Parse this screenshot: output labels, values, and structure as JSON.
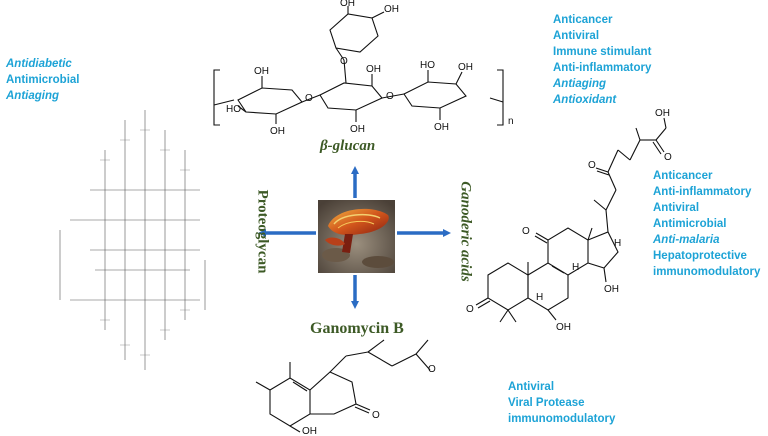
{
  "center_image": {
    "icon": "reishi-mushroom-photo"
  },
  "beta_glucan": {
    "label": "β-glucan",
    "subscript": "n",
    "activities": [
      {
        "text": "Anticancer",
        "italic": false
      },
      {
        "text": "Antiviral",
        "italic": false
      },
      {
        "text": "Immune stimulant",
        "italic": false
      },
      {
        "text": "Anti-inflammatory",
        "italic": false
      },
      {
        "text": "Antiaging",
        "italic": true
      },
      {
        "text": "Antioxidant",
        "italic": true
      }
    ]
  },
  "proteoglycan": {
    "label": "Proteoglycan",
    "activities": [
      {
        "text": "Antidiabetic",
        "italic": true
      },
      {
        "text": "Antimicrobial",
        "italic": false
      },
      {
        "text": "Antiaging",
        "italic": true
      }
    ]
  },
  "ganoderic_acids": {
    "label": "Ganoderic acids",
    "activities": [
      {
        "text": "Anticancer",
        "italic": false
      },
      {
        "text": "Anti-inflammatory",
        "italic": false
      },
      {
        "text": "Antiviral",
        "italic": false
      },
      {
        "text": "Antimicrobial",
        "italic": false
      },
      {
        "text": "Anti-malaria",
        "italic": true
      },
      {
        "text": "Hepatoprotective",
        "italic": false
      },
      {
        "text": "immunomodulatory",
        "italic": false
      }
    ]
  },
  "ganomycin_b": {
    "label": "Ganomycin B",
    "activities": [
      {
        "text": "Antiviral",
        "italic": false
      },
      {
        "text": "Viral Protease",
        "italic": false
      },
      {
        "text": "immunomodulatory",
        "italic": false
      }
    ]
  },
  "atoms": {
    "oh": "OH",
    "ho": "HO",
    "o": "O",
    "h": "H",
    "ohc": "OH"
  },
  "colors": {
    "activity_text": "#1da3d6",
    "label_text": "#3d5a26",
    "arrow": "#2b6cc4"
  }
}
